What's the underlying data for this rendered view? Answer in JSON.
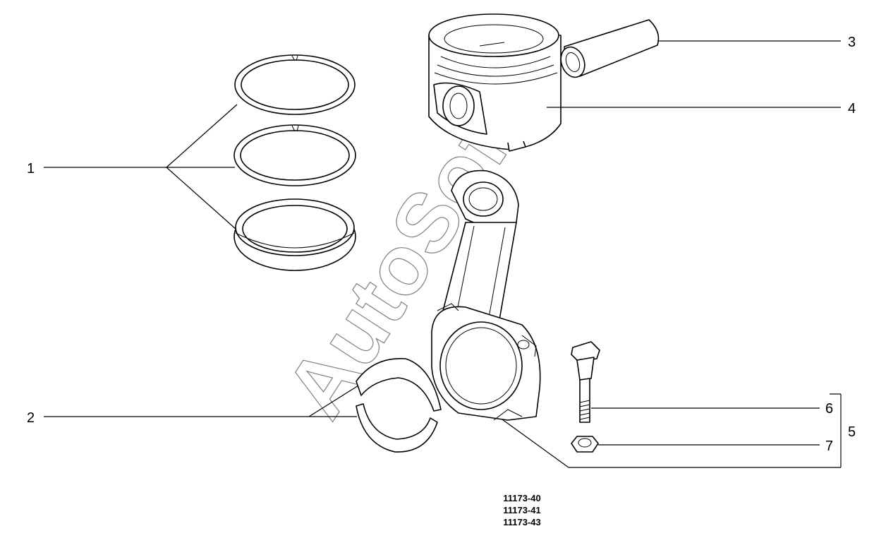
{
  "watermark": "AutoSoft",
  "callouts": {
    "c1": "1",
    "c2": "2",
    "c3": "3",
    "c4": "4",
    "c5": "5",
    "c6": "6",
    "c7": "7"
  },
  "part_codes": [
    "11173-40",
    "11173-41",
    "11173-43"
  ]
}
